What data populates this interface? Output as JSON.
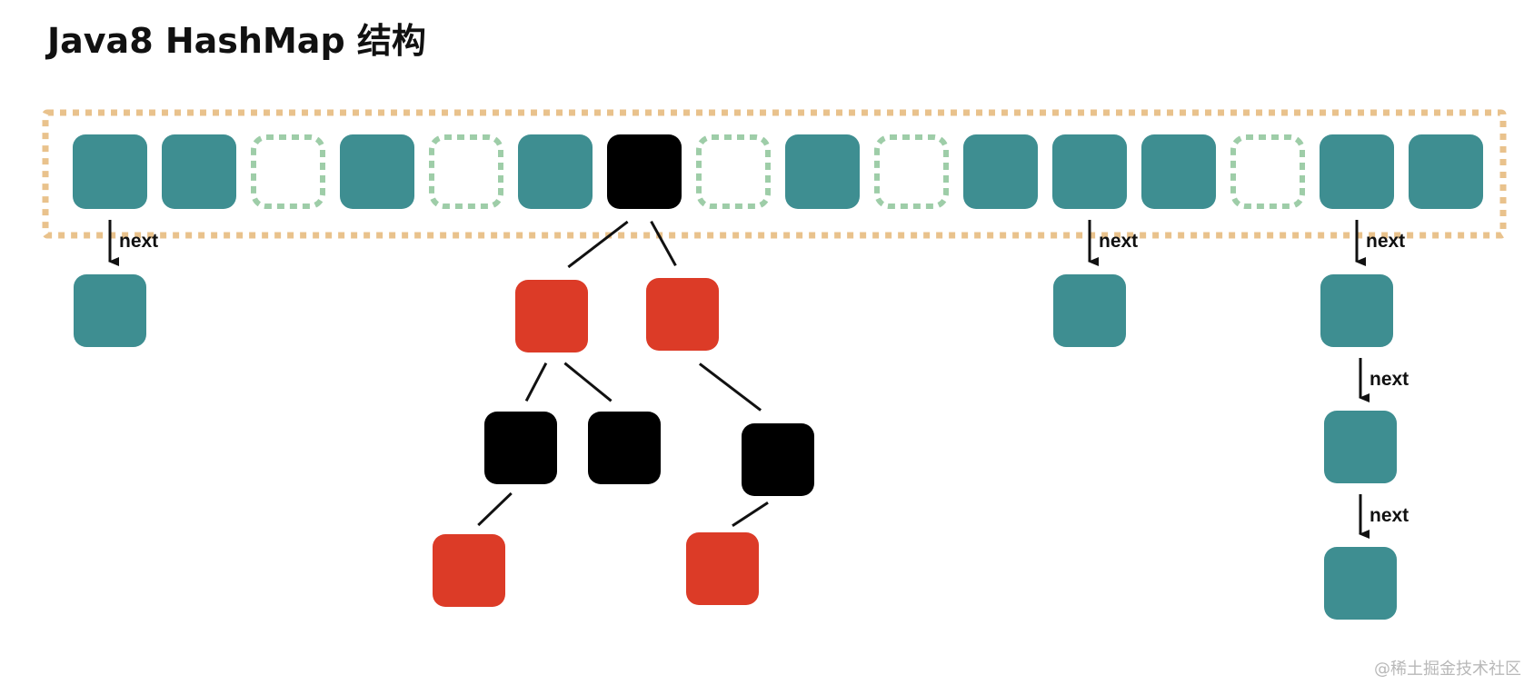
{
  "title": "Java8 HashMap 结构",
  "watermark": "@稀土掘金技术社区",
  "link_label": "next",
  "colors": {
    "array_border": "#E9C28C",
    "bucket_filled": "#3E8E91",
    "bucket_empty_border": "#9ECDA8",
    "tree_root": "#000000",
    "tree_black": "#000000",
    "tree_red": "#DC3B27",
    "edge": "#111111"
  },
  "buckets": [
    "filled",
    "filled",
    "empty",
    "filled",
    "empty",
    "filled",
    "tree-root",
    "empty",
    "filled",
    "empty",
    "filled",
    "filled",
    "filled",
    "empty",
    "filled",
    "filled"
  ],
  "lists": [
    {
      "bucket": 0,
      "length": 1
    },
    {
      "bucket": 11,
      "length": 1
    },
    {
      "bucket": 14,
      "length": 3
    }
  ],
  "tree": {
    "bucket": 6,
    "color": "black",
    "children": [
      {
        "color": "red",
        "children": [
          {
            "color": "black",
            "children": [
              {
                "color": "red"
              }
            ]
          },
          {
            "color": "black"
          }
        ]
      },
      {
        "color": "red",
        "children": [
          {
            "color": "black",
            "children": [
              {
                "color": "red"
              }
            ]
          }
        ]
      }
    ]
  }
}
